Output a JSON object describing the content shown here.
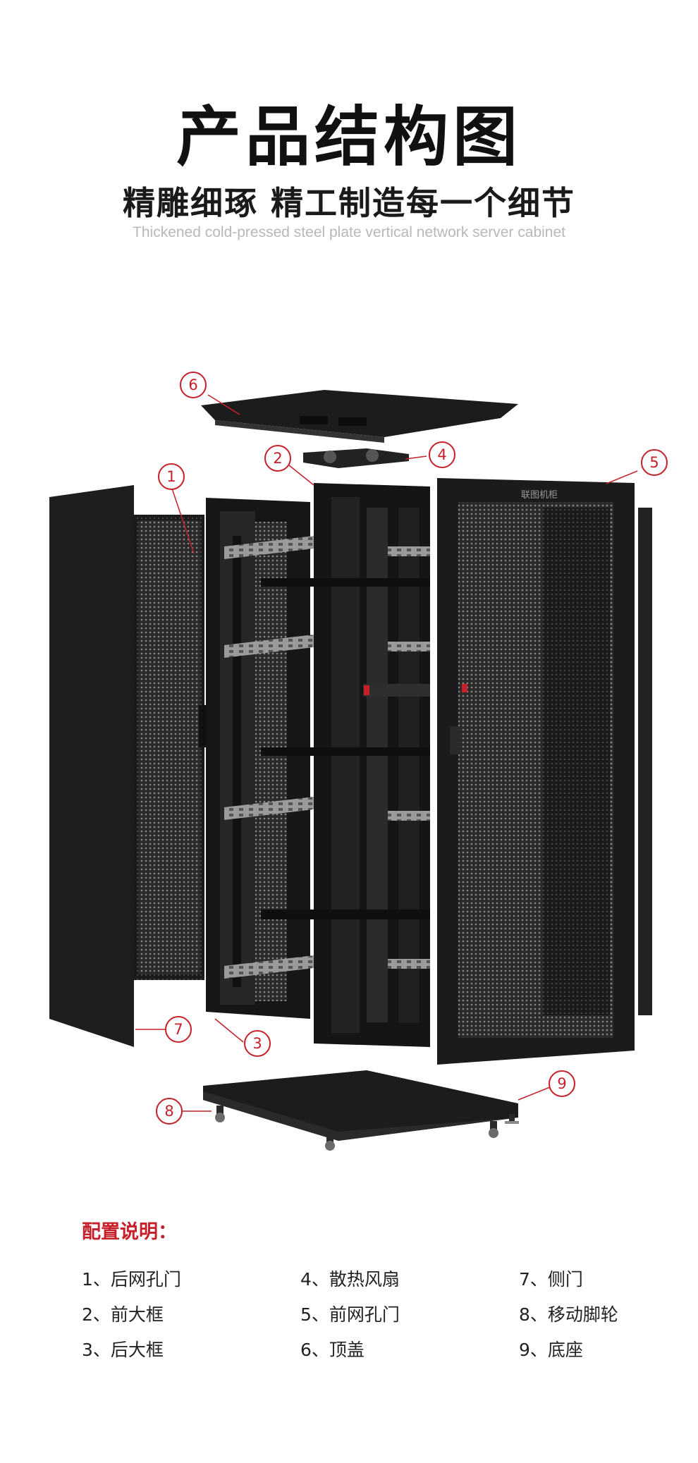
{
  "header": {
    "title": "产品结构图",
    "subtitle": "精雕细琢 精工制造每一个细节",
    "english": "Thickened cold-pressed steel plate vertical network server cabinet"
  },
  "diagram": {
    "brand_plate": "联图机柜",
    "callouts": [
      "1",
      "2",
      "3",
      "4",
      "5",
      "6",
      "7",
      "8",
      "9"
    ],
    "accent_color": "#c6202a",
    "cabinet_color": "#1c1c1c"
  },
  "config": {
    "title": "配置说明：",
    "items": [
      "1、后网孔门",
      "4、散热风扇",
      "7、侧门",
      "2、前大框",
      "5、前网孔门",
      "8、移动脚轮",
      "3、后大框",
      "6、顶盖",
      "9、底座"
    ]
  }
}
